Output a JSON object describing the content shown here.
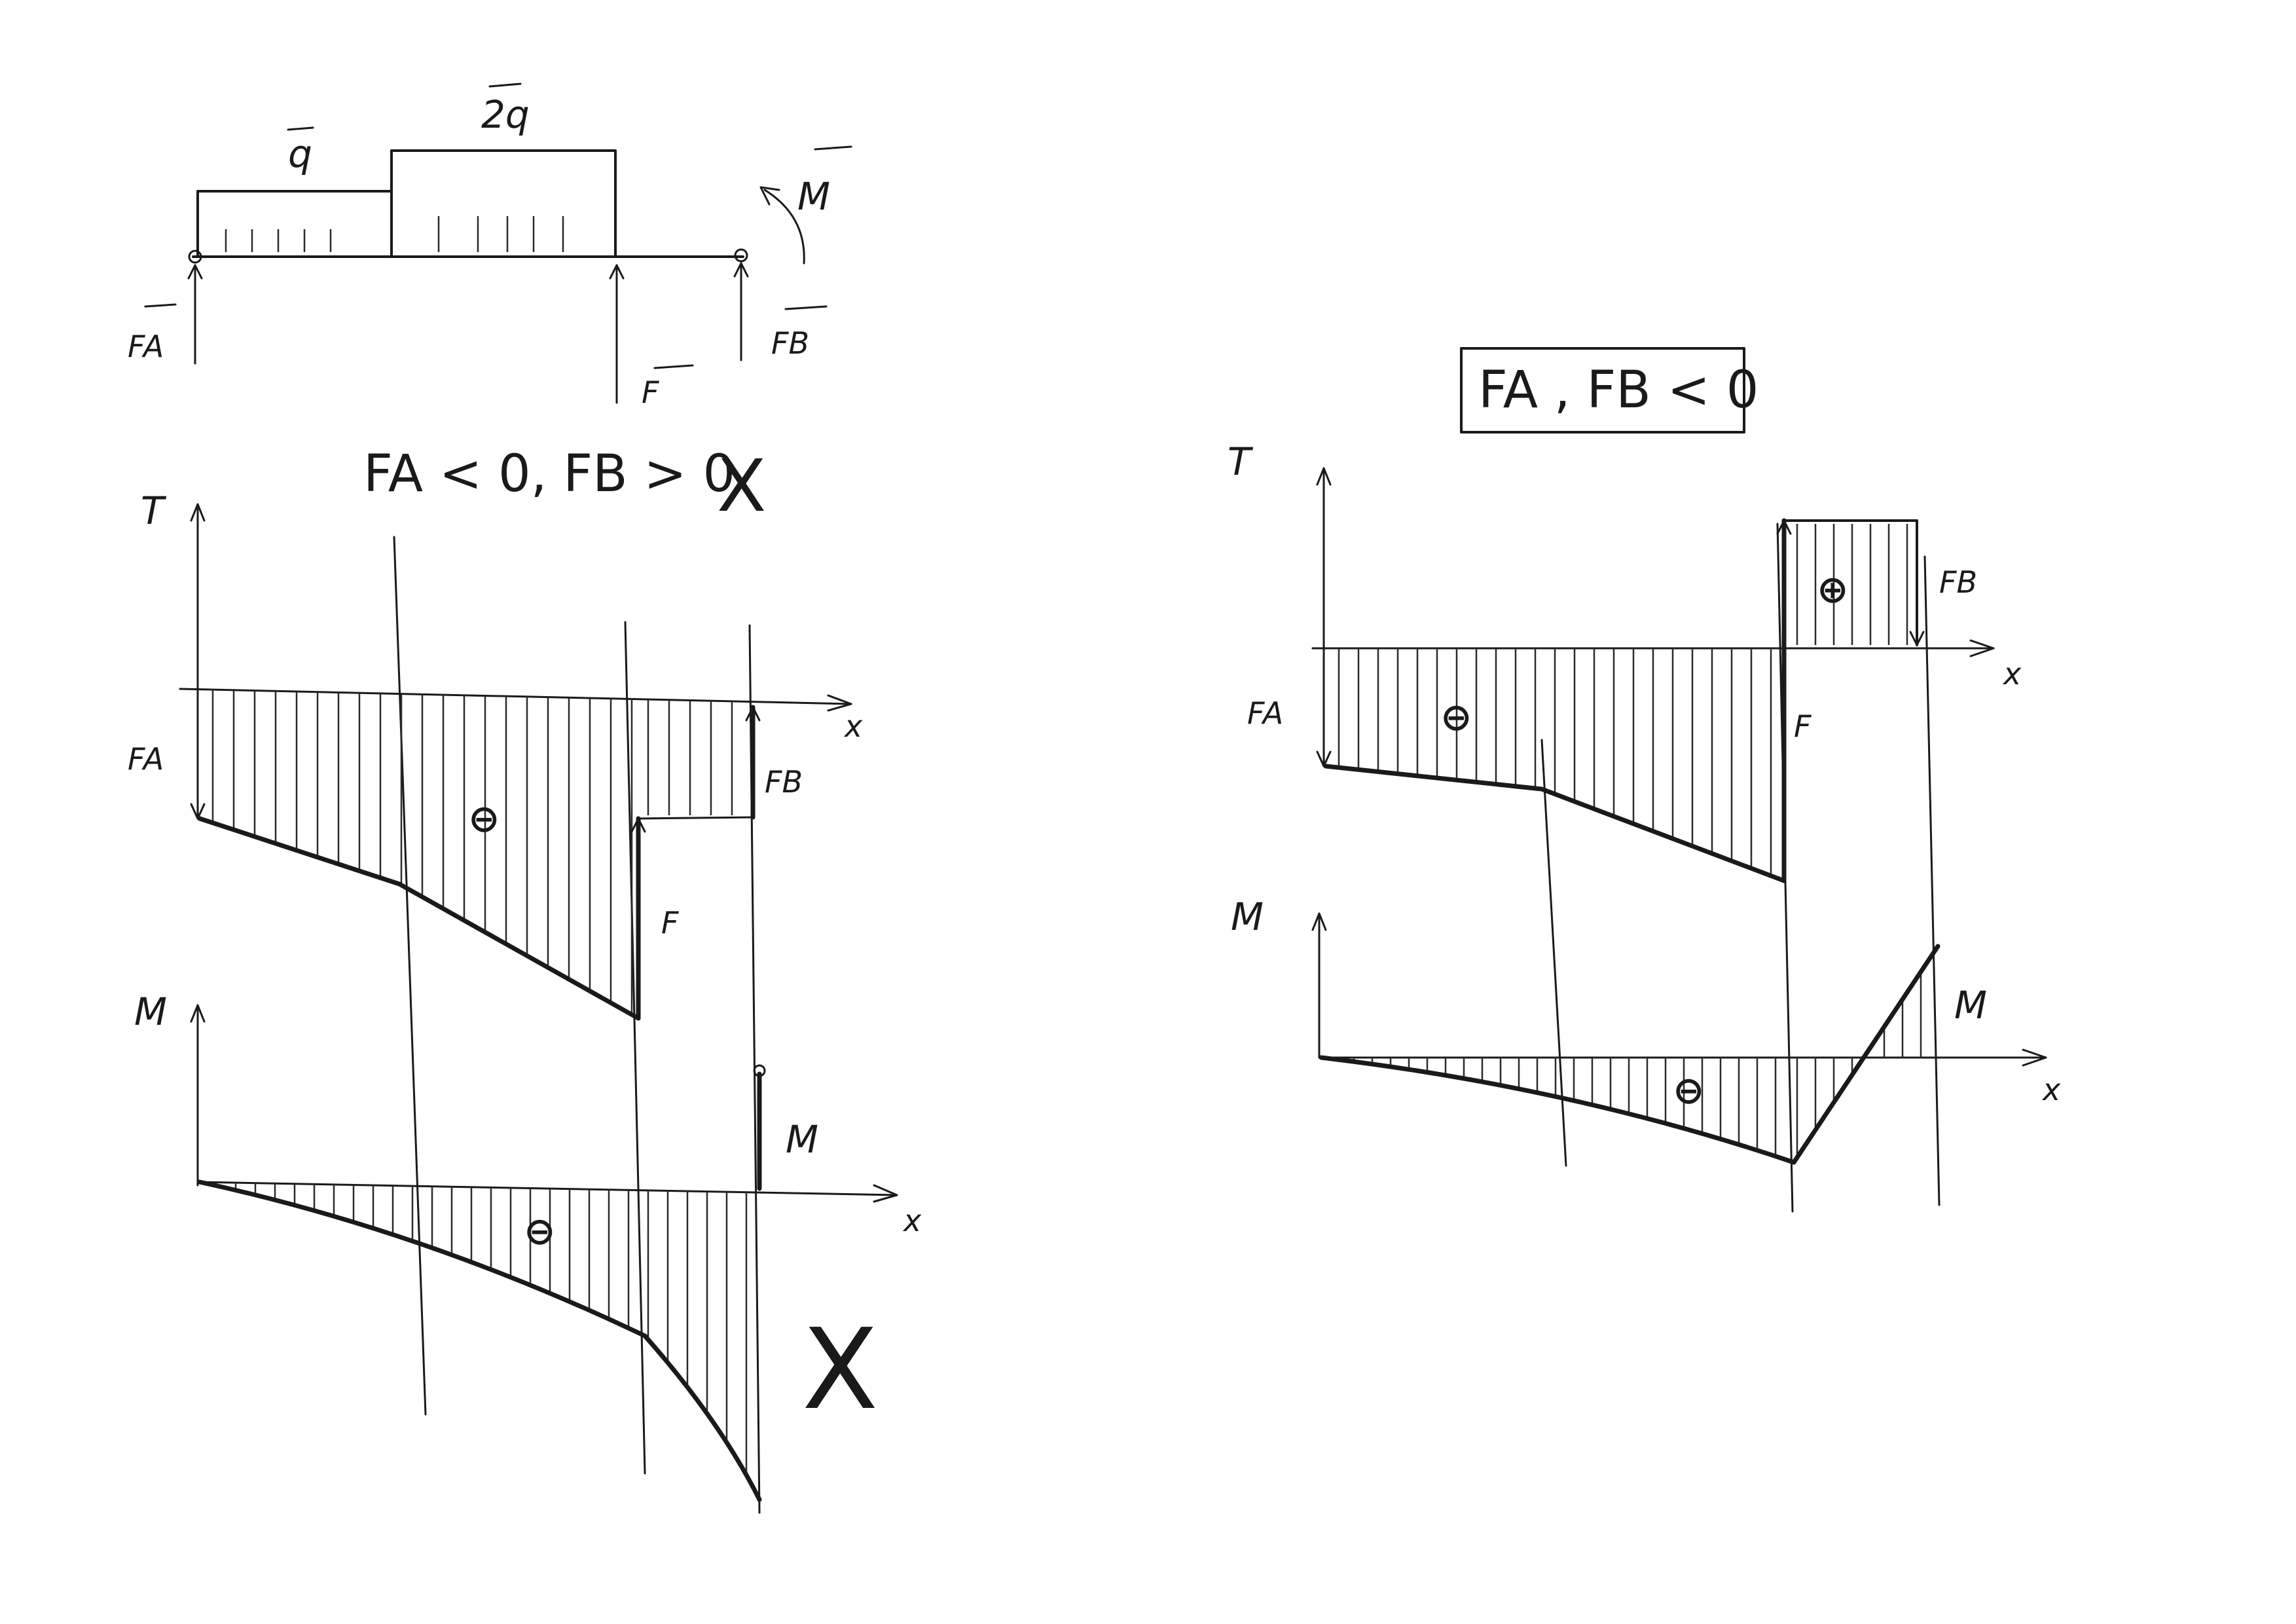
{
  "beam": {
    "q_label": "q",
    "q2_label": "2q",
    "moment_label": "M",
    "fa_label": "FA",
    "fb_label": "FB",
    "f_label": "F"
  },
  "case_left": {
    "title": "FA < 0, FB > 0",
    "t_axis": "T",
    "m_axis": "M",
    "x_axis_t": "x",
    "x_axis_m": "x",
    "fa_label": "FA",
    "fb_label": "FB",
    "f_label": "F",
    "m_label": "M",
    "t_sign": "⊖",
    "m_sign": "⊖",
    "reject_mark": "X"
  },
  "case_right": {
    "title": "FA , FB < 0",
    "t_axis": "T",
    "m_axis": "M",
    "x_axis_t": "x",
    "x_axis_m": "x",
    "fa_label": "FA",
    "fb_label": "FB",
    "f_label": "F",
    "m_label": "M",
    "t_sign_neg": "⊖",
    "t_sign_pos": "⊕",
    "m_sign": "⊖"
  },
  "colors": {
    "ink": "#1a1a1a",
    "paper": "#ffffff"
  }
}
